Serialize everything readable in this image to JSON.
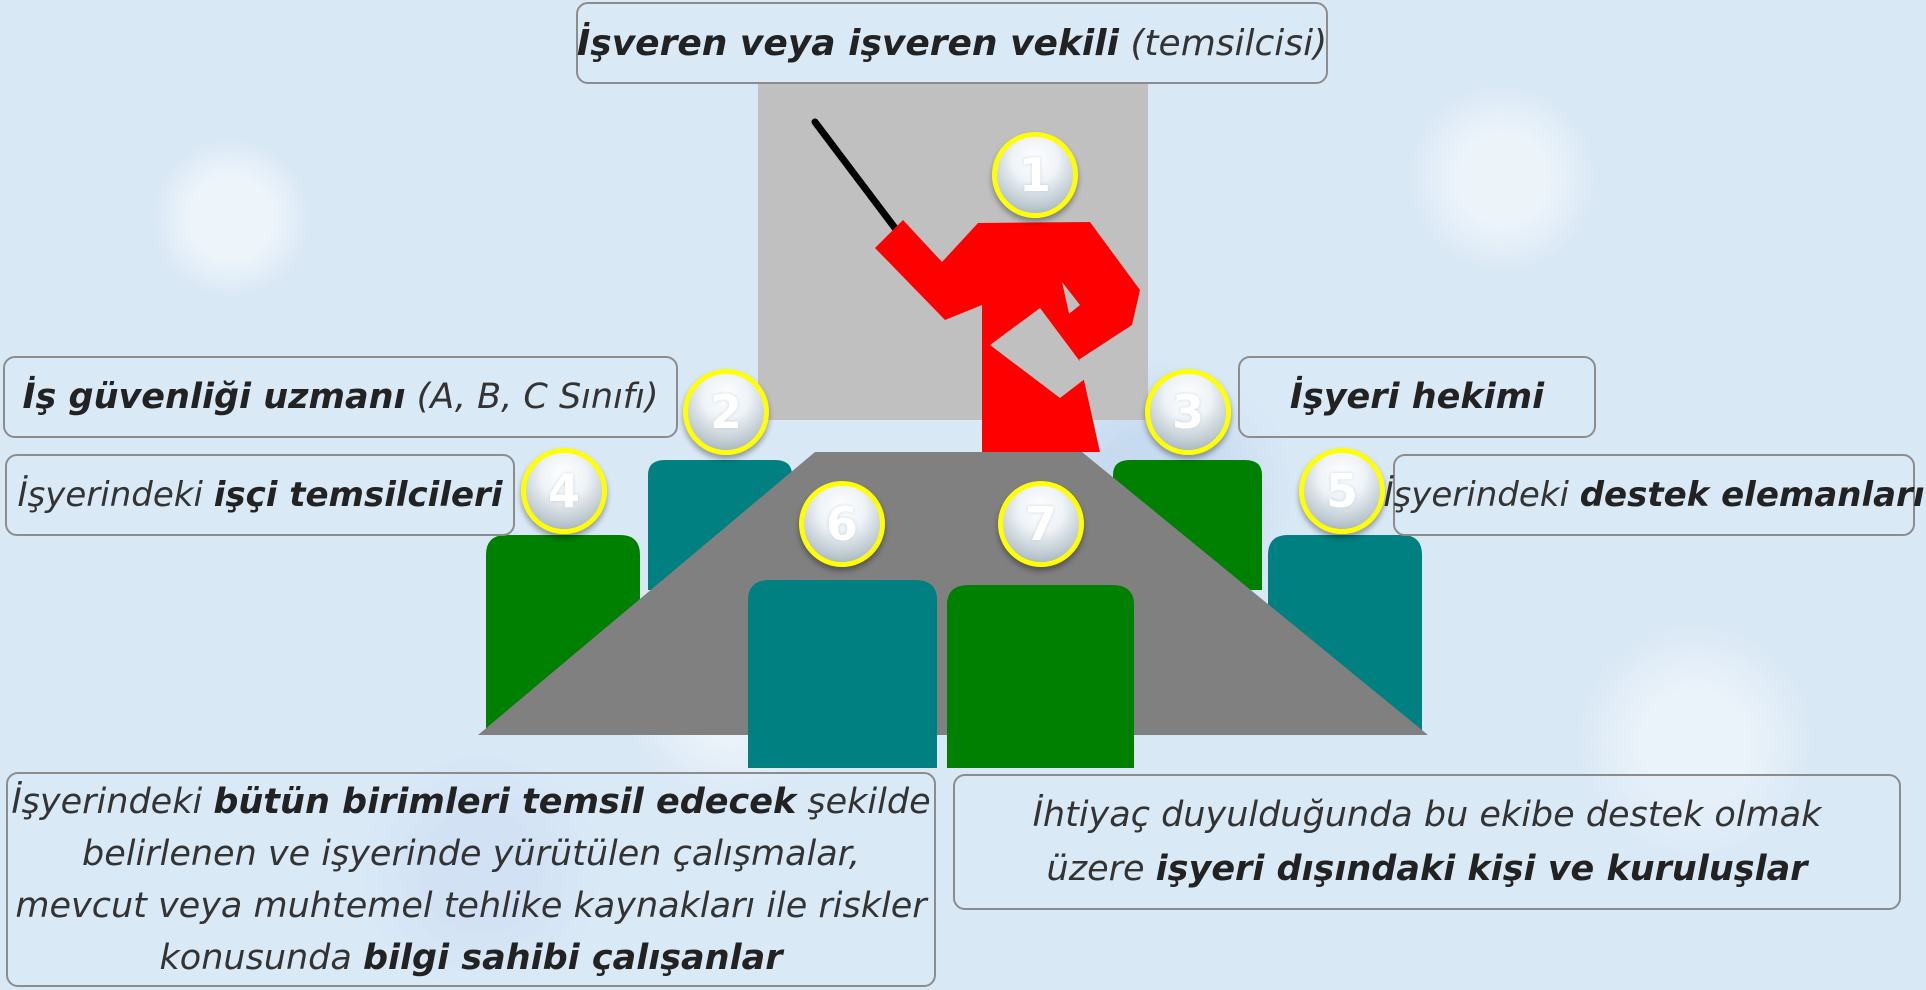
{
  "title_box": {
    "bold": "İşveren veya işveren vekili",
    "rest": " (temsilcisi)"
  },
  "boxes": {
    "uzman": {
      "bold": "İş güvenliği uzmanı",
      "rest": " (A, B, C Sınıfı)"
    },
    "hekim": {
      "bold": "İşyeri hekimi"
    },
    "temsilci": {
      "pre": "İşyerindeki ",
      "bold": "işçi temsilcileri"
    },
    "destek": {
      "pre": "İşyerindeki ",
      "bold": "destek elemanları"
    },
    "calisanlar": {
      "pre": "İşyerindeki ",
      "bold1": "bütün birimleri temsil edecek",
      "mid1": " şekilde",
      "line2": "belirlenen ve işyerinde yürütülen çalışmalar,",
      "line3": "mevcut veya muhtemel tehlike kaynakları ile riskler",
      "pre4": "konusunda ",
      "bold4": "bilgi sahibi çalışanlar"
    },
    "dis": {
      "line1": "İhtiyaç duyulduğunda bu ekibe destek olmak",
      "pre2": "üzere ",
      "bold2": "işyeri dışındaki kişi ve kuruluşlar"
    }
  },
  "markers": [
    "1",
    "2",
    "3",
    "4",
    "5",
    "6",
    "7"
  ],
  "colors": {
    "presenter": "#ff0000",
    "teal": "#008080",
    "green": "#008000",
    "table": "#808080",
    "board": "#c0c0c0",
    "marker_ring": "#ffff00"
  }
}
